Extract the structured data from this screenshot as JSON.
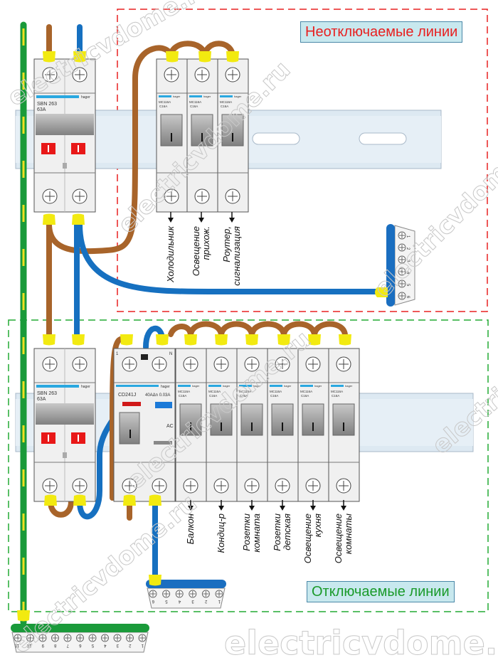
{
  "zones": {
    "uninterruptible": {
      "label": "Неотключаемые линии",
      "color": "#e82020"
    },
    "switchable": {
      "label": "Отключаемые линии",
      "color": "#22aa33"
    }
  },
  "devices": {
    "main_switch_top": {
      "brand": "hager",
      "model": "SBN 263",
      "rating": "63A"
    },
    "main_switch_bottom": {
      "brand": "hager",
      "model": "SBN 263",
      "rating": "63A"
    },
    "rcd": {
      "brand": "hager",
      "model": "CD241J",
      "rating": "40AΔn 0.03A",
      "terminal_left": "1",
      "terminal_right": "N",
      "type": "AC"
    },
    "breakers_top": [
      {
        "brand": "hager",
        "model": "MC116A",
        "rating": "C16A",
        "circuit": "Холодильник"
      },
      {
        "brand": "hager",
        "model": "MC116A",
        "rating": "C16A",
        "circuit_lines": [
          "Освещение",
          "прихож."
        ]
      },
      {
        "brand": "hager",
        "model": "MC116A",
        "rating": "C16A",
        "circuit_lines": [
          "Роутер,",
          "сигнализация"
        ]
      }
    ],
    "breakers_bottom": [
      {
        "brand": "hager",
        "model": "MC116A",
        "rating": "C16A",
        "circuit_lines": [
          "Балкон"
        ]
      },
      {
        "brand": "hager",
        "model": "MC116A",
        "rating": "C16A",
        "circuit_lines": [
          "Кондиц-р"
        ]
      },
      {
        "brand": "hager",
        "model": "MC116A",
        "rating": "C16A",
        "circuit_lines": [
          "Розетки",
          "комната"
        ]
      },
      {
        "brand": "hager",
        "model": "MC116A",
        "rating": "C16A",
        "circuit_lines": [
          "Розетки",
          "детская"
        ]
      },
      {
        "brand": "hager",
        "model": "MC116A",
        "rating": "C16A",
        "circuit_lines": [
          "Освещение",
          "кухня"
        ]
      },
      {
        "brand": "hager",
        "model": "MC116A",
        "rating": "C16A",
        "circuit_lines": [
          "Освещение",
          "комнаты"
        ]
      }
    ]
  },
  "circuit_labels_top": [
    "Холодильник",
    "Освещение прихож.",
    "Роутер, сигнализация"
  ],
  "busbars": {
    "neutral_top": {
      "terminals": [
        "1",
        "2",
        "3",
        "4",
        "5",
        "6"
      ],
      "color": "#1a6ec0"
    },
    "neutral_bottom": {
      "terminals": [
        "6",
        "5",
        "4",
        "3",
        "2",
        "1"
      ],
      "color": "#1a6ec0"
    },
    "ground": {
      "terminals": [
        "11",
        "10",
        "9",
        "8",
        "7",
        "6",
        "5",
        "4",
        "3",
        "2",
        "1"
      ],
      "color": "#1a9a3a"
    }
  },
  "wire_colors": {
    "phase": "#a8642a",
    "neutral": "#1670c0",
    "ground_stripe": "#f0e020",
    "ground": "#1a9a3a",
    "ferrule": "#f2ea10"
  },
  "watermark": "electricvdome.ru"
}
